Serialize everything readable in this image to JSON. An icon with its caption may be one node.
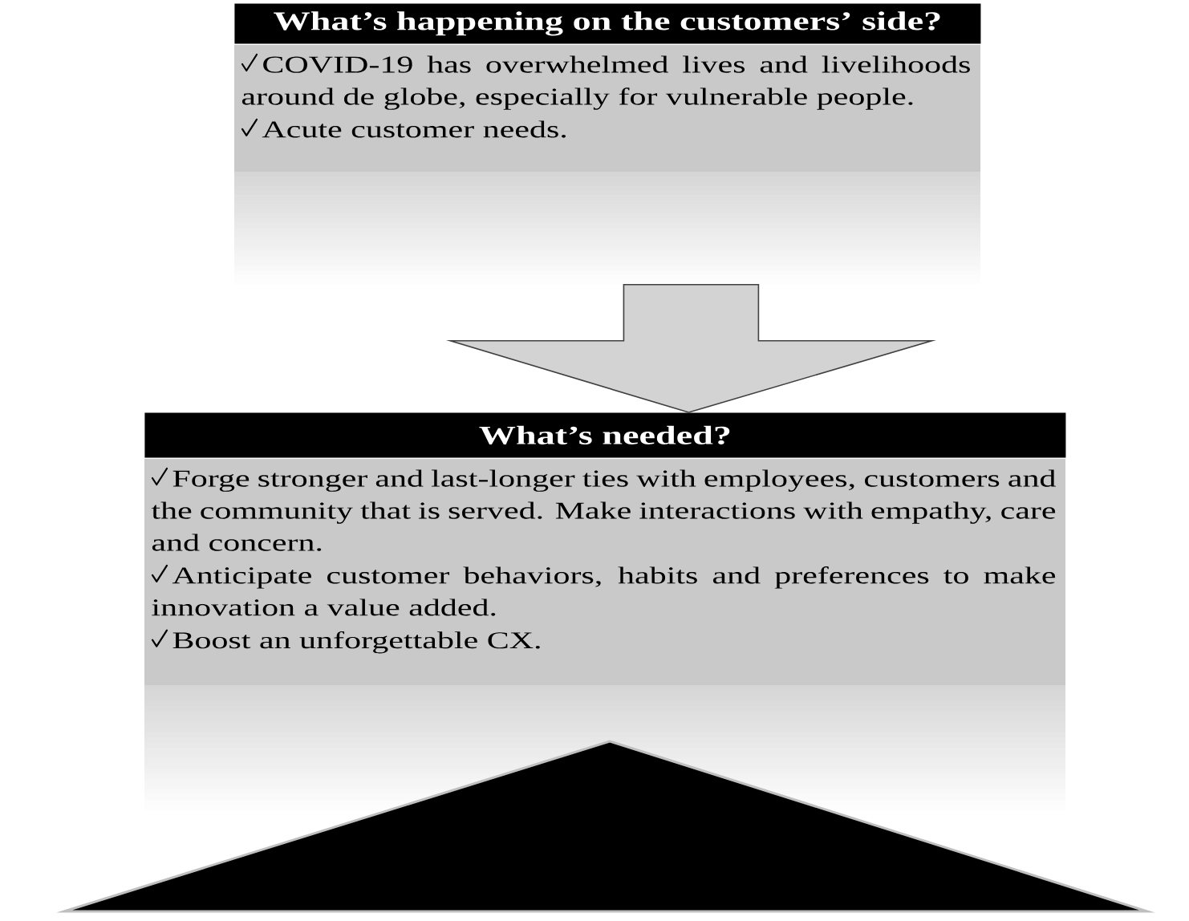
{
  "diagram": {
    "nodes": [
      {
        "text": [
          "What’s happening on the customers’ side?",
          "COVID-19 has overwhelmed lives and livelihoods around de globe, especially for vulnerable people.",
          "Acute customer needs."
        ]
      },
      {
        "text": [
          "What’s needed?",
          "Forge stronger and last-longer ties with employees, customers and the community that is served. Make interactions with empathy, care and concern.",
          "Anticipate customer behaviors, habits and preferences to make innovation a value added.",
          "Boost an unforgettable CX."
        ]
      }
    ],
    "edges": [
      {
        "from": 0,
        "to": 1,
        "arrow": "to"
      }
    ]
  }
}
